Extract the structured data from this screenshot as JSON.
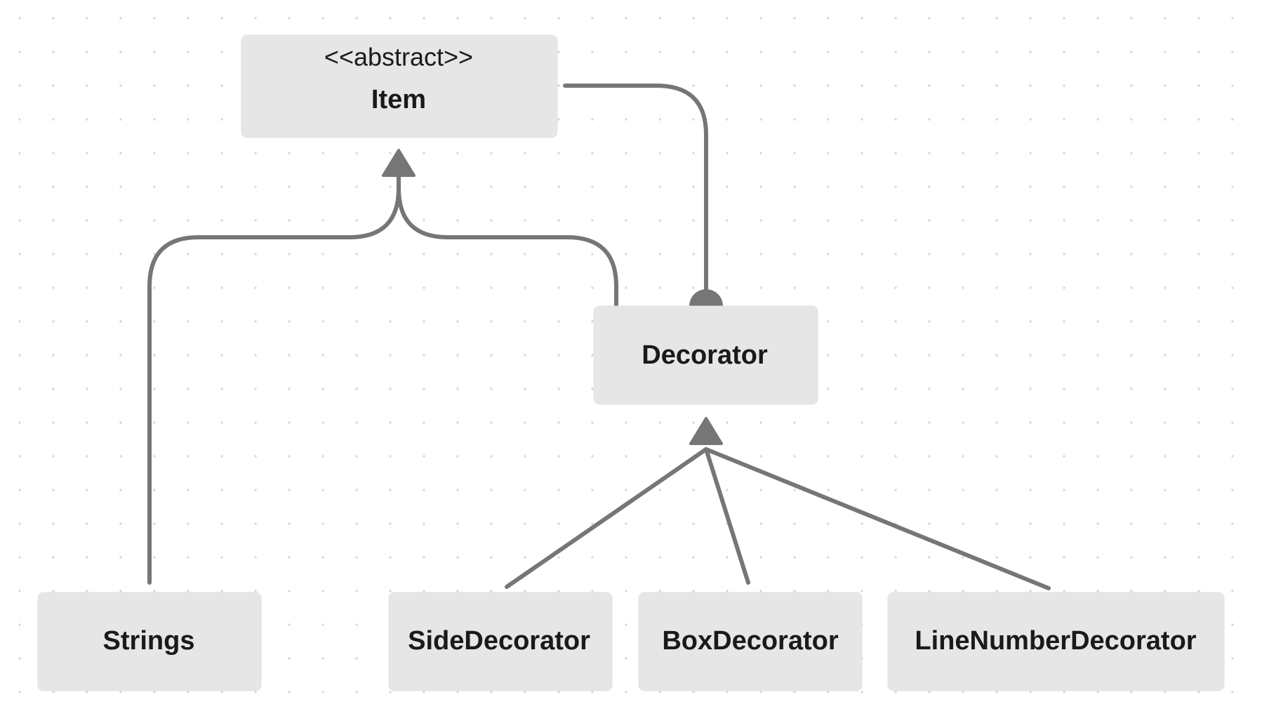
{
  "diagram": {
    "nodes": {
      "item": {
        "stereotype": "<<abstract>>",
        "name": "Item"
      },
      "decorator": {
        "name": "Decorator"
      },
      "strings": {
        "name": "Strings"
      },
      "side_decorator": {
        "name": "SideDecorator"
      },
      "box_decorator": {
        "name": "BoxDecorator"
      },
      "line_number_decorator": {
        "name": "LineNumberDecorator"
      }
    },
    "edges": [
      {
        "from": "Strings",
        "to": "Item",
        "type": "inheritance"
      },
      {
        "from": "Decorator",
        "to": "Item",
        "type": "inheritance"
      },
      {
        "from": "Decorator",
        "to": "Item",
        "type": "aggregation"
      },
      {
        "from": "SideDecorator",
        "to": "Decorator",
        "type": "inheritance"
      },
      {
        "from": "BoxDecorator",
        "to": "Decorator",
        "type": "inheritance"
      },
      {
        "from": "LineNumberDecorator",
        "to": "Decorator",
        "type": "inheritance"
      }
    ],
    "colors": {
      "node_fill": "#e6e6e6",
      "edge": "#767676",
      "text": "#1a1a1a",
      "grid_dot": "#d9d9d9"
    }
  }
}
